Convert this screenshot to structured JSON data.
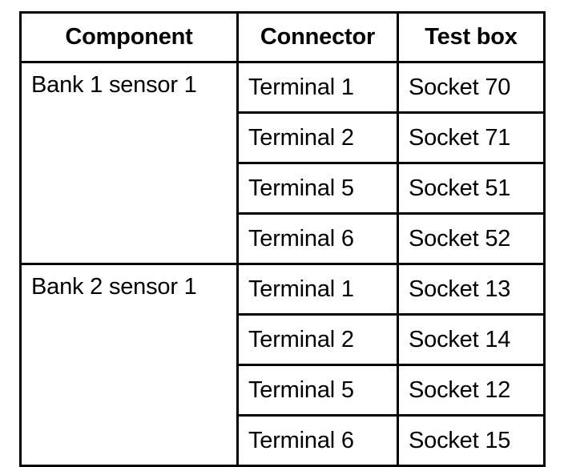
{
  "table": {
    "columns": [
      {
        "key": "component",
        "label": "Component"
      },
      {
        "key": "connector",
        "label": "Connector"
      },
      {
        "key": "testbox",
        "label": "Test box"
      }
    ],
    "groups": [
      {
        "component": "Bank 1 sensor 1",
        "rows": [
          {
            "connector": "Terminal 1",
            "testbox": "Socket 70"
          },
          {
            "connector": "Terminal 2",
            "testbox": "Socket 71"
          },
          {
            "connector": "Terminal 5",
            "testbox": "Socket 51"
          },
          {
            "connector": "Terminal 6",
            "testbox": "Socket 52"
          }
        ]
      },
      {
        "component": "Bank 2 sensor 1",
        "rows": [
          {
            "connector": "Terminal 1",
            "testbox": "Socket 13"
          },
          {
            "connector": "Terminal 2",
            "testbox": "Socket 14"
          },
          {
            "connector": "Terminal 5",
            "testbox": "Socket 12"
          },
          {
            "connector": "Terminal 6",
            "testbox": "Socket 15"
          }
        ]
      }
    ]
  },
  "style": {
    "border_color": "#000000",
    "text_color": "#000000",
    "background": "#ffffff"
  }
}
